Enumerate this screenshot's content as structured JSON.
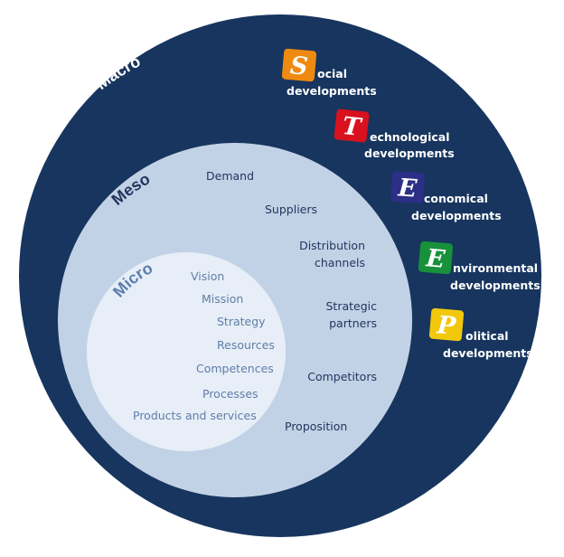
{
  "title": "Macro, Meso and Micro environment model with STEEP factors",
  "colors": {
    "macro": "#17355e",
    "meso": "#c2d2e6",
    "micro": "#e7eef7",
    "meso_text": "#22365e",
    "micro_text": "#5f7ea8",
    "micro_label": "#5b7eb0",
    "macro_label": "#ffffff"
  },
  "rings": {
    "macro": {
      "label": "Macro"
    },
    "meso": {
      "label": "Meso",
      "items": [
        "Demand",
        "Suppliers",
        "Distribution channels",
        "Strategic partners",
        "Competitors",
        "Proposition"
      ]
    },
    "micro": {
      "label": "Micro",
      "items": [
        "Vision",
        "Mission",
        "Strategy",
        "Resources",
        "Competences",
        "Processes",
        "Products and services"
      ]
    }
  },
  "meso_lines": {
    "demand": "Demand",
    "suppliers": "Suppliers",
    "distribution_1": "Distribution",
    "distribution_2": "channels",
    "strategic_1": "Strategic",
    "strategic_2": "partners",
    "competitors": "Competitors",
    "proposition": "Proposition"
  },
  "steep": [
    {
      "letter": "S",
      "rest": "ocial",
      "line2": "developments",
      "color": "#ef8a10"
    },
    {
      "letter": "T",
      "rest": "echnological",
      "line2": "developments",
      "color": "#d9101e"
    },
    {
      "letter": "E",
      "rest": "conomical",
      "line2": "developments",
      "color": "#2b2f86"
    },
    {
      "letter": "E",
      "rest": "nvironmental",
      "line2": "developments",
      "color": "#17913a"
    },
    {
      "letter": "P",
      "rest": "olitical",
      "line2": "developments",
      "color": "#f2c80c"
    }
  ]
}
